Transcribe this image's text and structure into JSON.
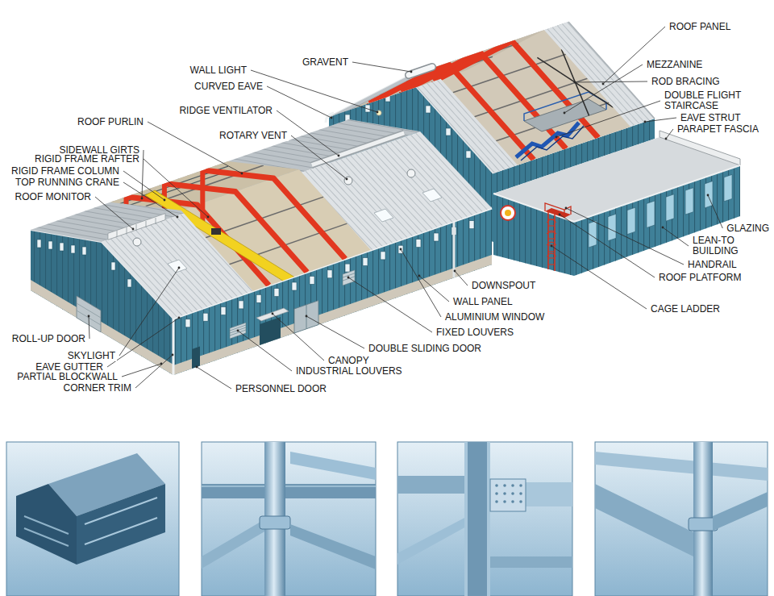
{
  "diagram": {
    "labels": [
      "ROOF PANEL",
      "GRAVENT",
      "WALL LIGHT",
      "MEZZANINE",
      "CURVED EAVE",
      "ROD BRACING",
      "DOUBLE FLIGHT STAIRCASE",
      "RIDGE VENTILATOR",
      "EAVE STRUT",
      "ROOF PURLIN",
      "PARAPET FASCIA",
      "ROTARY VENT",
      "SIDEWALL GIRTS",
      "RIGID FRAME RAFTER",
      "RIGID FRAME COLUMN",
      "TOP RUNNING CRANE",
      "ROOF MONITOR",
      "GLAZING",
      "LEAN-TO BUILDING",
      "HANDRAIL",
      "ROOF PLATFORM",
      "DOWNSPOUT",
      "WALL PANEL",
      "ALUMINIUM WINDOW",
      "CAGE LADDER",
      "FIXED LOUVERS",
      "ROLL-UP DOOR",
      "DOUBLE SLIDING DOOR",
      "SKYLIGHT",
      "CANOPY",
      "EAVE GUTTER",
      "INDUSTRIAL LOUVERS",
      "PARTIAL BLOCKWALL",
      "CORNER TRIM",
      "PERSONNEL DOOR"
    ]
  }
}
